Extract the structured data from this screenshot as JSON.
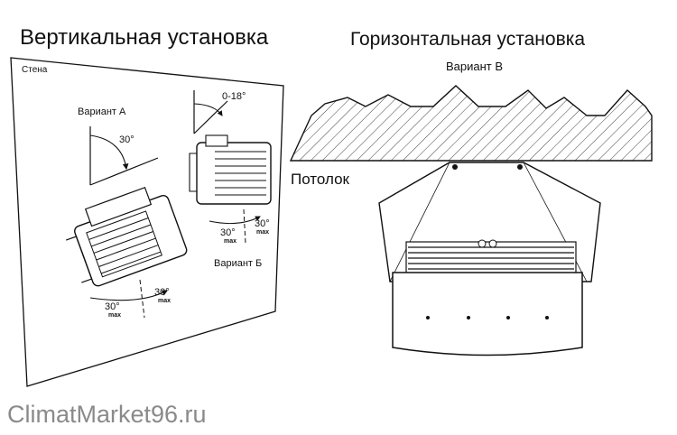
{
  "titles": {
    "vertical": "Вертикальная установка",
    "horizontal": "Горизонтальная установка"
  },
  "labels": {
    "wall": "Стена",
    "variant_a": "Вариант А",
    "variant_b": "Вариант Б",
    "variant_v": "Вариант В",
    "ceiling": "Потолок"
  },
  "angles": {
    "a_top": "30°",
    "tilt_range": "0-18°",
    "b_left": "30°",
    "b_left_max": "max",
    "b_right": "30°",
    "b_right_max": "max",
    "bottom_left": "30°",
    "bottom_left_max": "max",
    "bottom_right": "30°",
    "bottom_right_max": "max"
  },
  "watermark": "ClimatMarket96.ru",
  "colors": {
    "line": "#111111",
    "watermark": "#8a8a8a",
    "background": "#ffffff"
  }
}
